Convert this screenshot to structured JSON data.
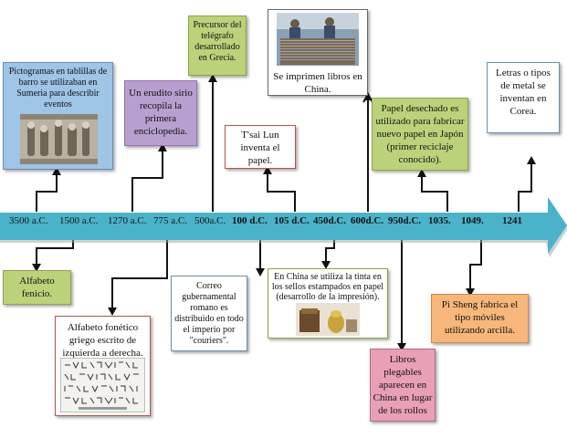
{
  "timeline": {
    "labels": [
      "3500 a.C.",
      "1500 a.C.",
      "1270 a.C.",
      "775 a.C.",
      "500a.C.",
      "100 d.C.",
      "105 d.C.",
      "450d.C.",
      "600d.C.",
      "950d.C.",
      "1035.",
      "1049.",
      "1241"
    ]
  },
  "events": {
    "sumeria": "Pictogramas en tablillas de barro se utilizaban en Sumeria para describir eventos",
    "sirio": "Un erudito sirio recopila la primera enciclopedia.",
    "telegrafo": "Precursor del telégrafo desarrollado en Grecia.",
    "tsai_lun": "T'sai Lun inventa el papel.",
    "libros_china": "Se imprimen libros en China.",
    "papel_japon": "Papel desechado es utilizado para fabricar nuevo papel en Japón (primer reciclaje conocido).",
    "corea": "Letras o tipos de metal se inventan en Corea.",
    "fenicio": "Alfabeto fenicio.",
    "griego": "Alfabeto fonético griego escrito de izquierda a derecha.",
    "correo": "Correo gubernamental romano es distribuido en todo el imperio por \"couriers\".",
    "tinta": "En China se utiliza la tinta en los sellos estampados en papel (desarrollo de la impresión).",
    "plegables": "Libros plegables aparecen en China en lugar de los rollos",
    "pi_sheng": "Pi Sheng fabrica el tipo móviles utilizando arcilla."
  },
  "colors": {
    "bar": "#4ab3c9",
    "blue": "#9ec4e6",
    "purple": "#b7a0cf",
    "green": "#bcd27a",
    "orange": "#f7b77a",
    "pink": "#e9a0b7"
  }
}
